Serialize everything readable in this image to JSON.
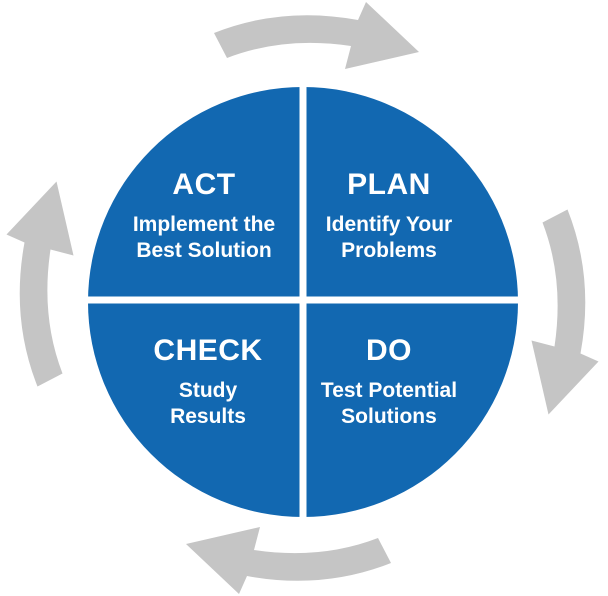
{
  "colors": {
    "quadrant_blue": "#1268B1",
    "divider_white": "#FFFFFF",
    "arrow_gray": "#C5C5C5",
    "label_text": "#FFFFFF"
  },
  "quadrants": [
    {
      "id": "act",
      "label": "ACT",
      "lines": [
        "Implement the",
        "Best Solution"
      ]
    },
    {
      "id": "plan",
      "label": "PLAN",
      "lines": [
        "Identify Your",
        "Problems"
      ]
    },
    {
      "id": "check",
      "label": "CHECK",
      "lines": [
        "Study",
        "Results"
      ]
    },
    {
      "id": "do",
      "label": "DO",
      "lines": [
        "Test Potential",
        "Solutions"
      ]
    }
  ],
  "arrows": [
    {
      "id": "top",
      "direction": "right"
    },
    {
      "id": "right",
      "direction": "down"
    },
    {
      "id": "bottom",
      "direction": "left"
    },
    {
      "id": "left",
      "direction": "up"
    }
  ]
}
